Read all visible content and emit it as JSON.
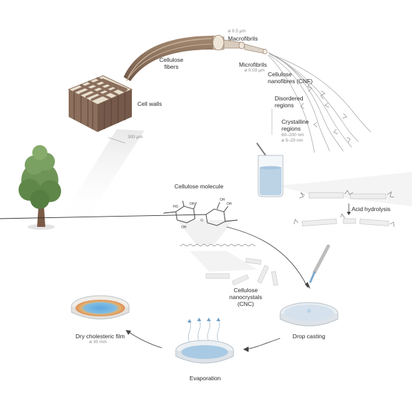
{
  "labels": {
    "macrofibrils": "Macrofibrils",
    "macrofibrils_size": "ø 0.5 µm",
    "microfibrils": "Microfibrils",
    "microfibrils_size": "ø 0.03 µm",
    "cellulose_fibers": "Cellulose\nfibers",
    "cell_walls": "Cell walls",
    "cell_walls_scale": "300 µm",
    "cnf": "Cellulose\nnanofibres (CNF)",
    "disordered": "Disordered\nregions",
    "crystalline": "Crystalline\nregions",
    "crystalline_size": "60–200 nm\nø 5–20 nm",
    "cellulose_molecule": "Cellulose molecule",
    "acid_hydrolysis": "Acid hydrolysis",
    "cnc": "Cellulose\nnanocrystals\n(CNC)",
    "drop_casting": "Drop casting",
    "evaporation": "Evaporation",
    "dry_film": "Dry cholesteric film",
    "dry_film_size": "ø 35 mm"
  },
  "colors": {
    "wood": "#8b6e5c",
    "wood_light": "#e9e0cf",
    "tree_foliage": "#6f9457",
    "trunk": "#7a5a45",
    "liquid": "#bcd3e6",
    "film_blue": "#6fb2e0",
    "film_orange": "#e8a062"
  }
}
